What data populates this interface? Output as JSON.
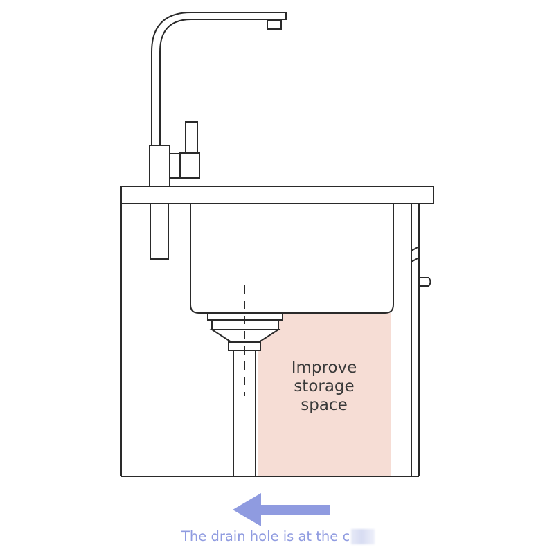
{
  "storage_area": {
    "label_lines": [
      "Improve",
      "storage",
      "space"
    ]
  },
  "caption": {
    "text": "The drain hole is at the c"
  },
  "colors": {
    "line": "#2a2a2a",
    "storage_fill": "#f6ddd5",
    "arrow": "#8f9be0",
    "caption": "#8f9be0",
    "background": "#ffffff"
  },
  "icons": {
    "faucet": "faucet-icon",
    "arrow": "arrow-left-icon"
  }
}
